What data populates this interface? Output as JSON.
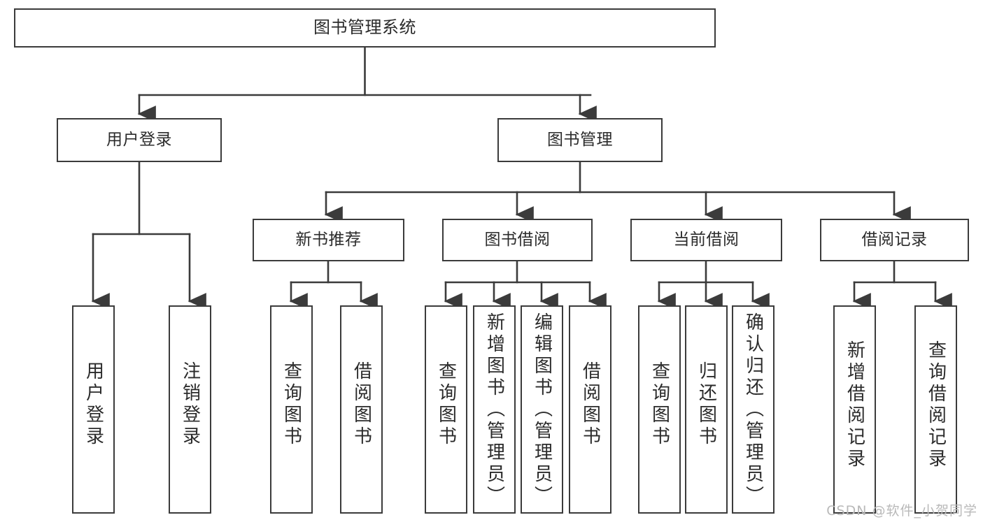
{
  "diagram": {
    "type": "tree-hierarchy-chart",
    "title": "图书管理系统",
    "line_color": "#3b3b3b",
    "box_fill": "#ffffff",
    "text_color": "#2b2b2b",
    "watermark": "CSDN @软件_小贺同学"
  },
  "nodes": {
    "root": {
      "label": "图书管理系统"
    },
    "level1": [
      {
        "id": "user-login",
        "label": "用户登录"
      },
      {
        "id": "book-manage",
        "label": "图书管理"
      }
    ],
    "level2": [
      {
        "id": "new-book-rec",
        "label": "新书推荐"
      },
      {
        "id": "book-borrow",
        "label": "图书借阅"
      },
      {
        "id": "current-borrow",
        "label": "当前借阅"
      },
      {
        "id": "borrow-record",
        "label": "借阅记录"
      }
    ],
    "leaves": {
      "user_login": [
        {
          "id": "leaf-user-login",
          "label": "用户登录"
        },
        {
          "id": "leaf-logout-login",
          "label": "注销登录"
        }
      ],
      "new_book_rec": [
        {
          "id": "leaf-query-book-1",
          "label": "查询图书"
        },
        {
          "id": "leaf-borrow-book-1",
          "label": "借阅图书"
        }
      ],
      "book_borrow": [
        {
          "id": "leaf-query-book-2",
          "label": "查询图书"
        },
        {
          "id": "leaf-add-book",
          "label": "新增图书（管理员）"
        },
        {
          "id": "leaf-edit-book",
          "label": "编辑图书（管理员）"
        },
        {
          "id": "leaf-borrow-book-2",
          "label": "借阅图书"
        }
      ],
      "current_borrow": [
        {
          "id": "leaf-query-book-3",
          "label": "查询图书"
        },
        {
          "id": "leaf-return-book",
          "label": "归还图书"
        },
        {
          "id": "leaf-confirm-return",
          "label": "确认归还（管理员）"
        }
      ],
      "borrow_record": [
        {
          "id": "leaf-add-record",
          "label": "新增借阅记录"
        },
        {
          "id": "leaf-query-record",
          "label": "查询借阅记录"
        }
      ]
    }
  }
}
